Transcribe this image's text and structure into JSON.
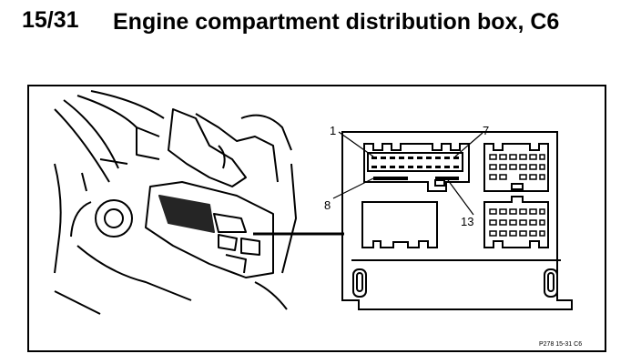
{
  "header": {
    "number": "15/31",
    "title": "Engine compartment distribution box, C6"
  },
  "callouts": {
    "c1": "1",
    "c7": "7",
    "c8": "8",
    "c13": "13"
  },
  "figure_ref": "P278  15-31  C6"
}
